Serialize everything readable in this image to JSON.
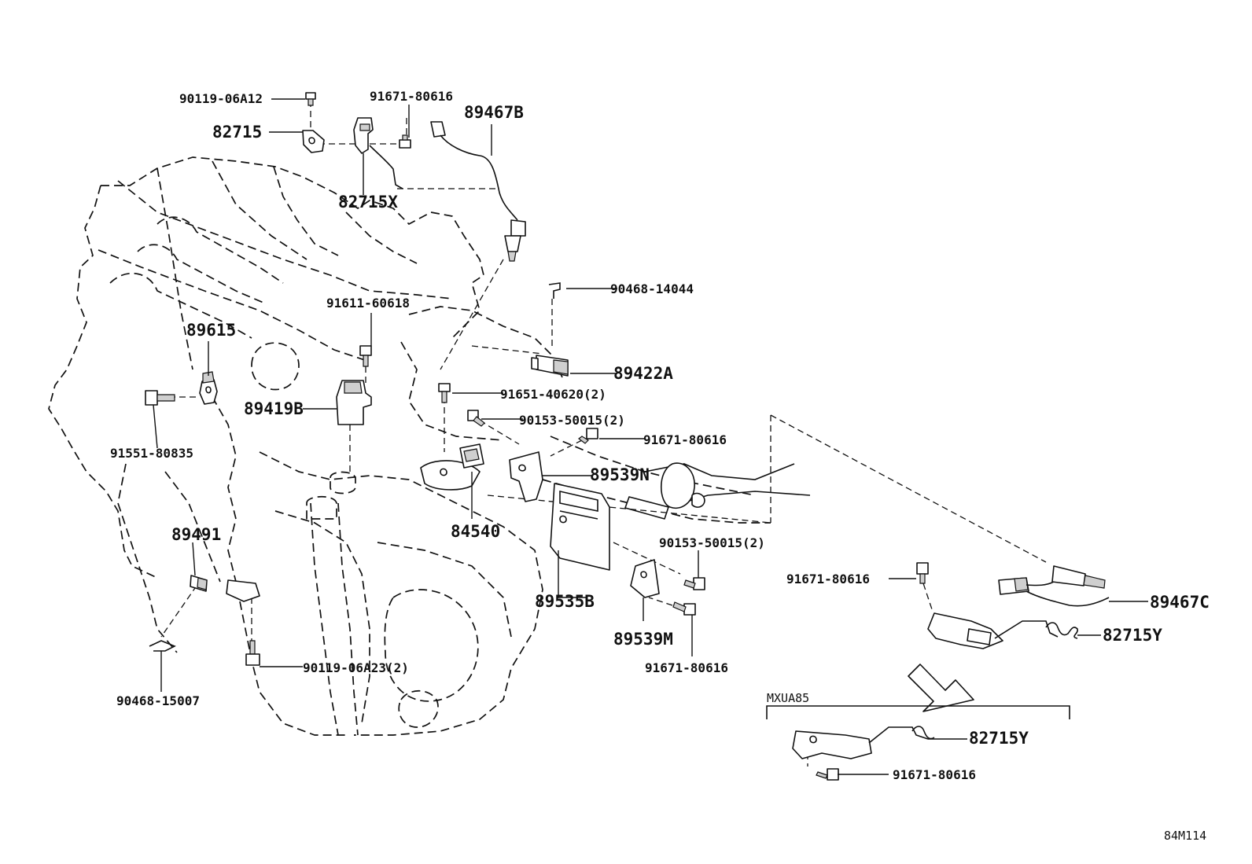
{
  "diagram_code": "84M114",
  "variant_label": "MXUA85",
  "parts": [
    {
      "id": "p1",
      "label": "90119-06A12"
    },
    {
      "id": "p2",
      "label": "91671-80616"
    },
    {
      "id": "p3",
      "label": "89467B"
    },
    {
      "id": "p4",
      "label": "82715"
    },
    {
      "id": "p5",
      "label": "82715X"
    },
    {
      "id": "p6",
      "label": "90468-14044"
    },
    {
      "id": "p7",
      "label": "91611-60618"
    },
    {
      "id": "p8",
      "label": "89615"
    },
    {
      "id": "p9",
      "label": "89422A"
    },
    {
      "id": "p10",
      "label": "91651-40620(2)"
    },
    {
      "id": "p11",
      "label": "89419B"
    },
    {
      "id": "p12",
      "label": "90153-50015(2)"
    },
    {
      "id": "p13",
      "label": "91671-80616"
    },
    {
      "id": "p14",
      "label": "91551-80835"
    },
    {
      "id": "p15",
      "label": "89539N"
    },
    {
      "id": "p16",
      "label": "84540"
    },
    {
      "id": "p17",
      "label": "89491"
    },
    {
      "id": "p18",
      "label": "90153-50015(2)"
    },
    {
      "id": "p19",
      "label": "91671-80616"
    },
    {
      "id": "p20",
      "label": "89467C"
    },
    {
      "id": "p21",
      "label": "89535B"
    },
    {
      "id": "p22",
      "label": "82715Y"
    },
    {
      "id": "p23",
      "label": "89539M"
    },
    {
      "id": "p24",
      "label": "90119-06A23(2)"
    },
    {
      "id": "p25",
      "label": "91671-80616"
    },
    {
      "id": "p26",
      "label": "90468-15007"
    },
    {
      "id": "p27",
      "label": "82715Y"
    },
    {
      "id": "p28",
      "label": "91671-80616"
    }
  ]
}
